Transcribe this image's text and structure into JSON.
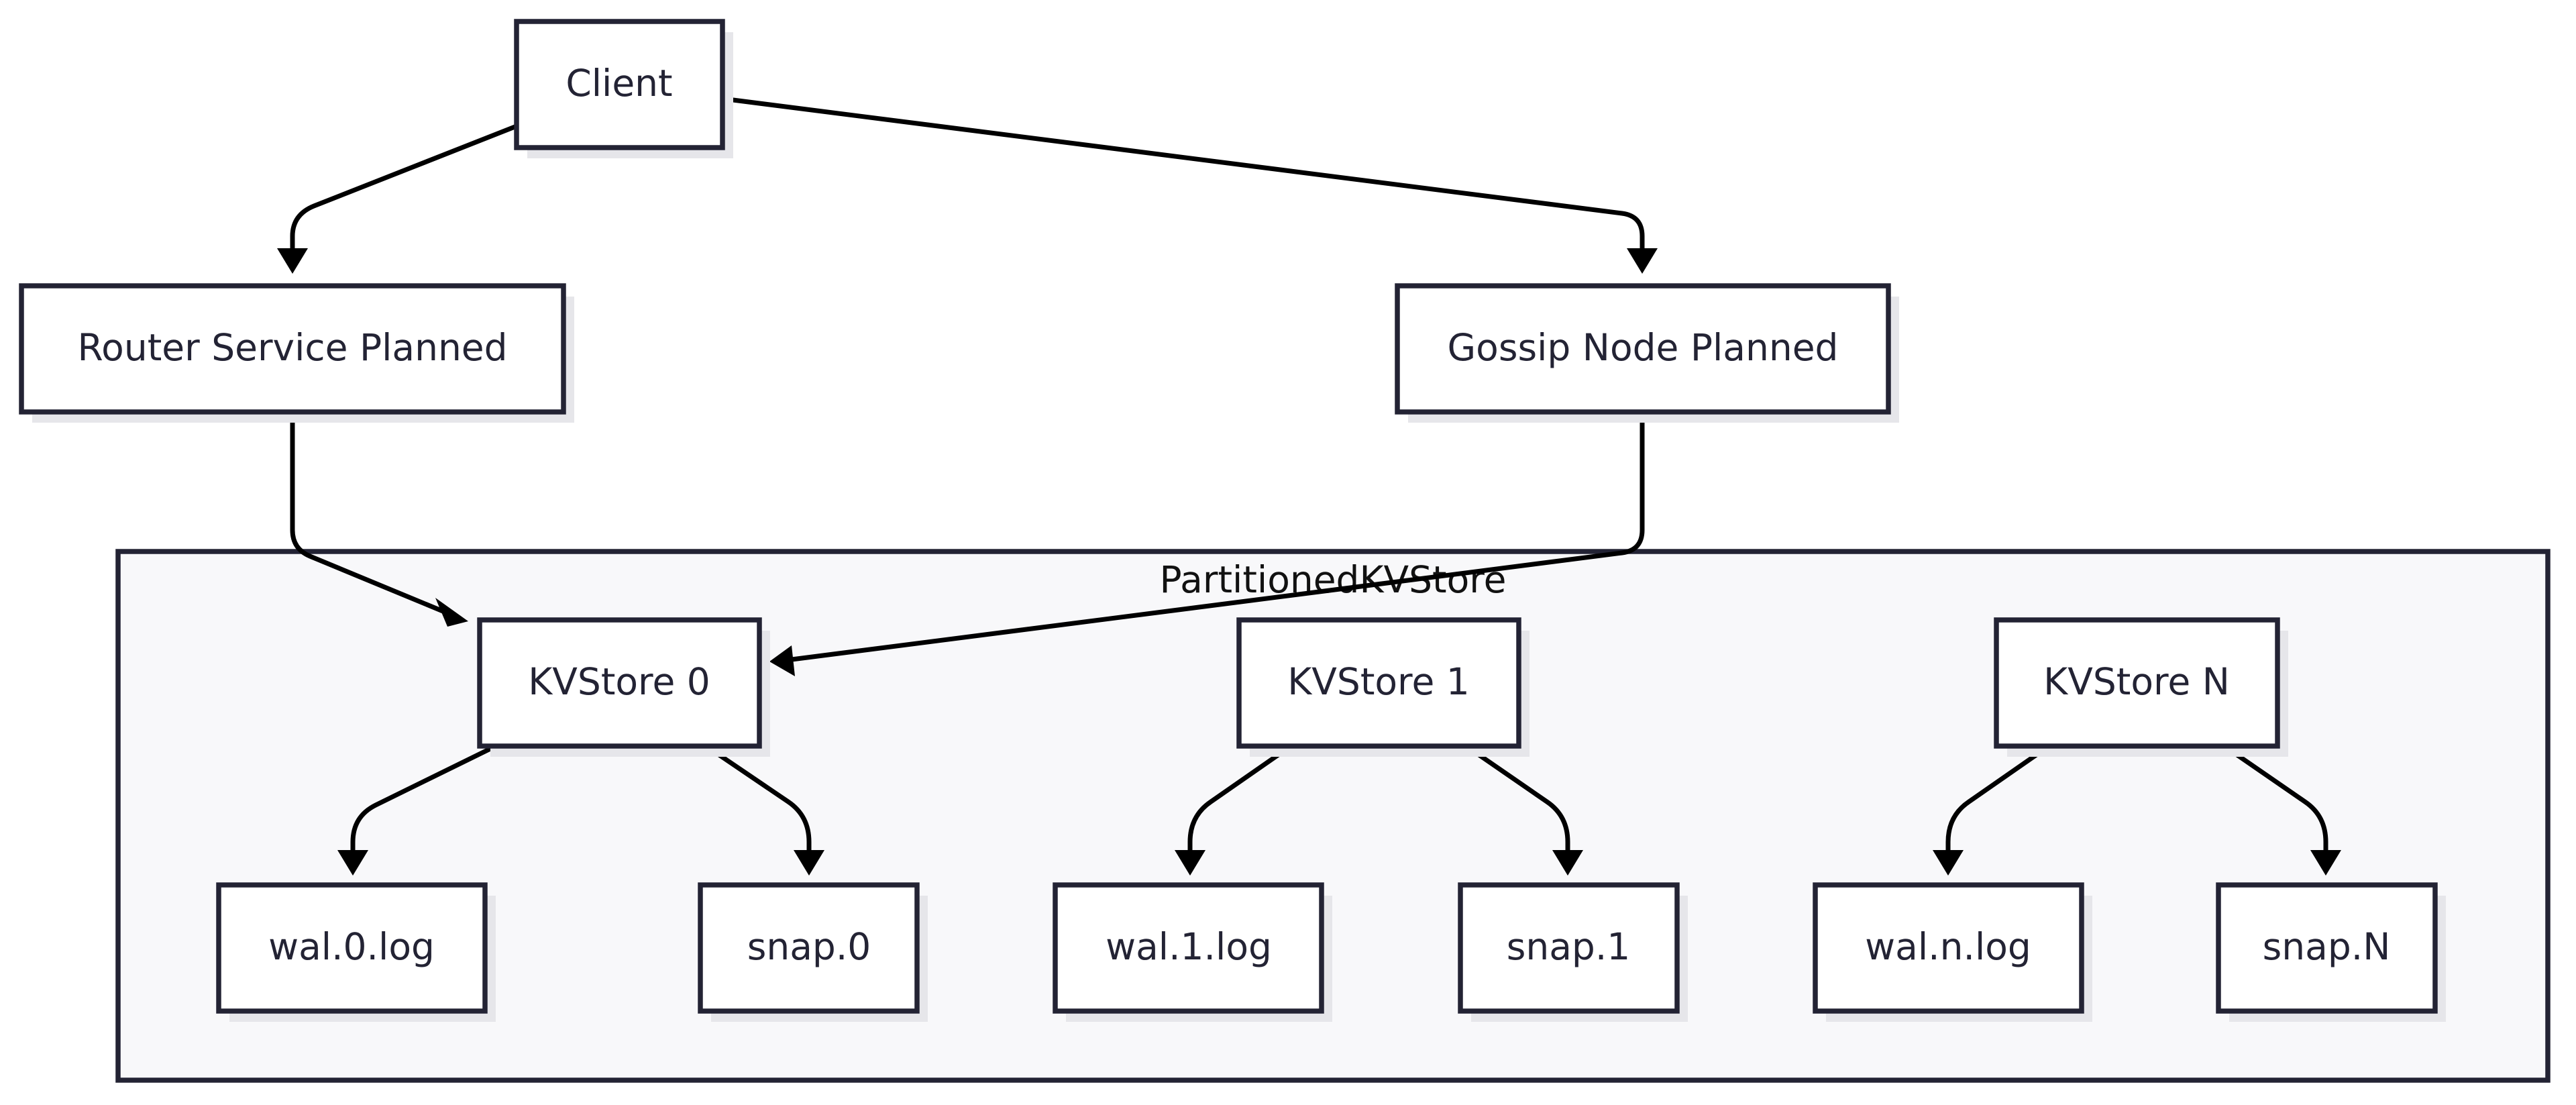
{
  "diagram": {
    "colors": {
      "stroke": "#232334",
      "node_fill": "#ffffff",
      "group_fill": "#f8f8fa",
      "shadow": "#e6e6ea",
      "edge": "#000000"
    },
    "group": {
      "label": "PartitionedKVStore"
    },
    "nodes": {
      "client": "Client",
      "router": "Router Service Planned",
      "gossip": "Gossip Node Planned",
      "kvstore_0": "KVStore 0",
      "kvstore_1": "KVStore 1",
      "kvstore_n": "KVStore N",
      "wal_0": "wal.0.log",
      "snap_0": "snap.0",
      "wal_1": "wal.1.log",
      "snap_1": "snap.1",
      "wal_n": "wal.n.log",
      "snap_n": "snap.N"
    },
    "edges": [
      {
        "from": "client",
        "to": "router"
      },
      {
        "from": "client",
        "to": "gossip"
      },
      {
        "from": "router",
        "to": "kvstore_0"
      },
      {
        "from": "gossip",
        "to": "kvstore_0"
      },
      {
        "from": "kvstore_0",
        "to": "wal_0"
      },
      {
        "from": "kvstore_0",
        "to": "snap_0"
      },
      {
        "from": "kvstore_1",
        "to": "wal_1"
      },
      {
        "from": "kvstore_1",
        "to": "snap_1"
      },
      {
        "from": "kvstore_n",
        "to": "wal_n"
      },
      {
        "from": "kvstore_n",
        "to": "snap_n"
      }
    ]
  }
}
